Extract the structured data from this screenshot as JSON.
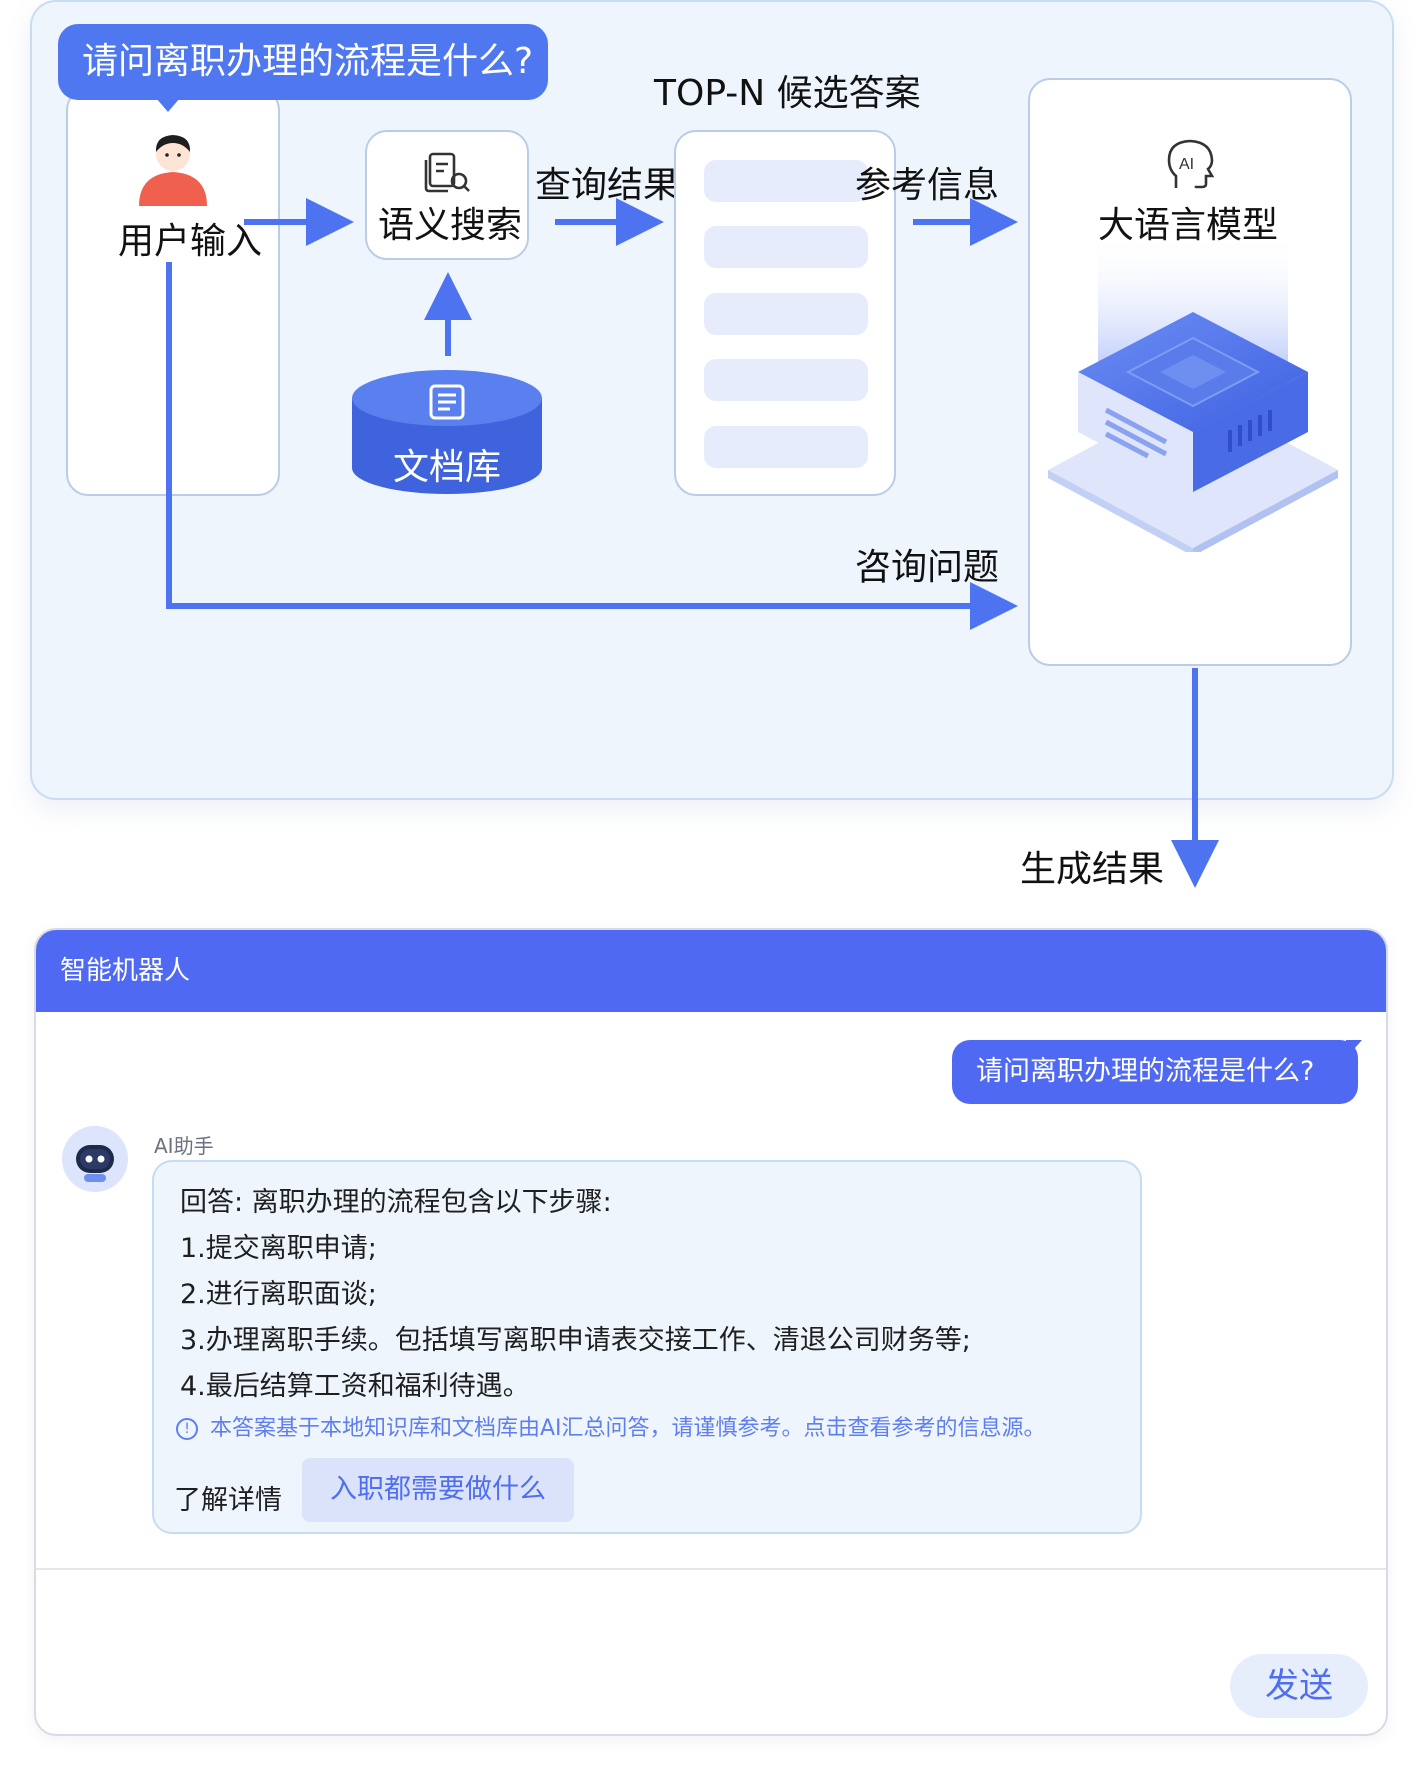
{
  "diagram": {
    "user_question": "请问离职办理的流程是什么?",
    "user_input_label": "用户输入",
    "semantic_search_label": "语义搜索",
    "query_result_label": "查询结果",
    "top_n_label": "TOP-N 候选答案",
    "reference_label": "参考信息",
    "llm_label": "大语言模型",
    "doc_db_label": "文档库",
    "consult_label": "咨询问题",
    "generate_label": "生成结果",
    "ai_glyph": "AI"
  },
  "chat": {
    "title": "智能机器人",
    "user_message": "请问离职办理的流程是什么?",
    "assistant_name": "AI助手",
    "answer_lines": [
      "回答: 离职办理的流程包含以下步骤:",
      "1.提交离职申请;",
      "2.进行离职面谈;",
      "3.办理离职手续。包括填写离职申请表交接工作、清退公司财务等;",
      "4.最后结算工资和福利待遇。"
    ],
    "notice": "本答案基于本地知识库和文档库由AI汇总问答，请谨慎参考。点击查看参考的信息源。",
    "more_label": "了解详情",
    "suggestion": "入职都需要做什么",
    "send_label": "发送"
  },
  "colors": {
    "accent": "#4f69f2",
    "arrow": "#4d73f0",
    "panel_bg": "#eef5fd",
    "database": "#3e63dc"
  }
}
